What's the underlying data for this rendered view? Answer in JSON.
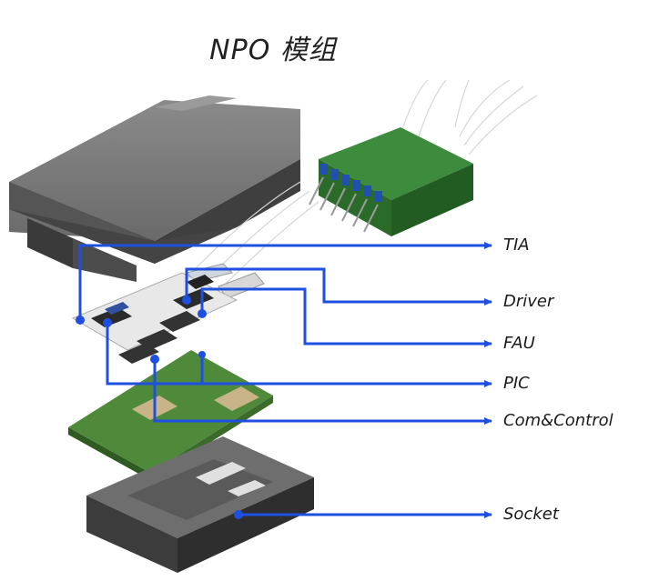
{
  "title": "NPO 模组",
  "labels": {
    "tia": "TIA",
    "driver": "Driver",
    "fau": "FAU",
    "pic": "PIC",
    "com_control": "Com&Control",
    "socket": "Socket"
  },
  "colors": {
    "leader_line": "#1f4fe0",
    "housing": "#4a4a4a",
    "fiber_connector": "#2e7d32",
    "pcb": "#4f8a3a",
    "socket": "#3c3c3c"
  }
}
